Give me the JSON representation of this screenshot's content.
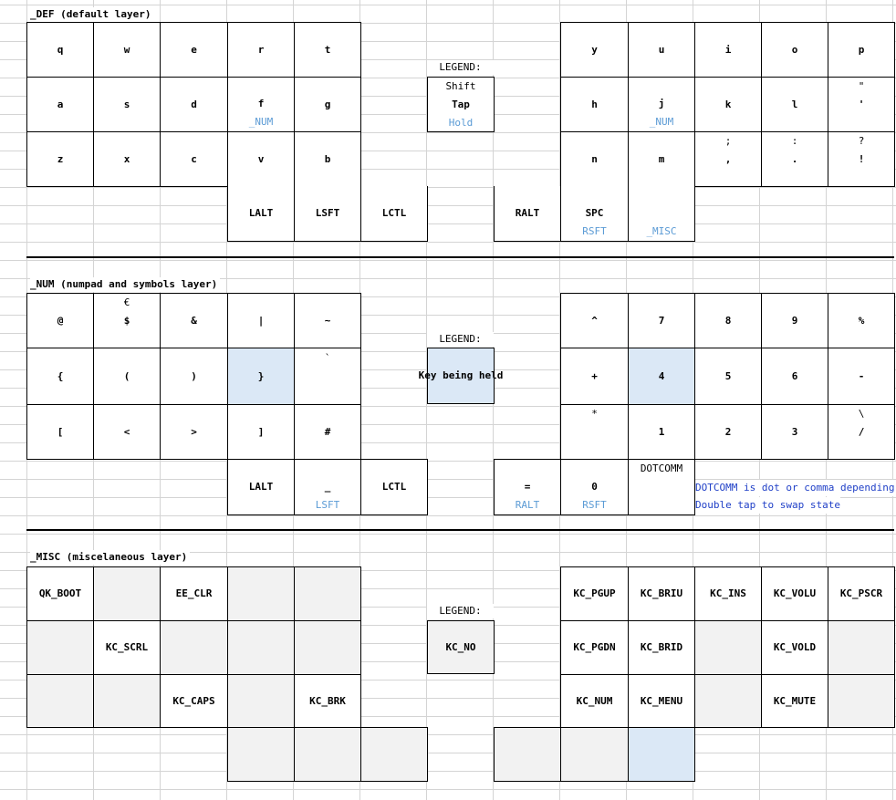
{
  "layers": [
    {
      "title": "_DEF (default layer)",
      "legend_label": "LEGEND:",
      "legend_key": [
        "Shift",
        "Tap",
        "Hold"
      ],
      "rows": [
        [
          [
            "",
            "q",
            ""
          ],
          [
            "",
            "w",
            ""
          ],
          [
            "",
            "e",
            ""
          ],
          [
            "",
            "r",
            ""
          ],
          [
            "",
            "t",
            ""
          ],
          null,
          null,
          null,
          [
            "",
            "y",
            ""
          ],
          [
            "",
            "u",
            ""
          ],
          [
            "",
            "i",
            ""
          ],
          [
            "",
            "o",
            ""
          ],
          [
            "",
            "p",
            ""
          ]
        ],
        [
          [
            "",
            "a",
            ""
          ],
          [
            "",
            "s",
            ""
          ],
          [
            "",
            "d",
            ""
          ],
          [
            "",
            "f",
            "_NUM"
          ],
          [
            "",
            "g",
            ""
          ],
          null,
          null,
          null,
          [
            "",
            "h",
            ""
          ],
          [
            "",
            "j",
            "_NUM"
          ],
          [
            "",
            "k",
            ""
          ],
          [
            "",
            "l",
            ""
          ],
          [
            "\"",
            "'",
            ""
          ]
        ],
        [
          [
            "",
            "z",
            ""
          ],
          [
            "",
            "x",
            ""
          ],
          [
            "",
            "c",
            ""
          ],
          [
            "",
            "v",
            ""
          ],
          [
            "",
            "b",
            ""
          ],
          null,
          null,
          null,
          [
            "",
            "n",
            ""
          ],
          [
            "",
            "m",
            ""
          ],
          [
            ";",
            ",",
            ""
          ],
          [
            ":",
            ".",
            ""
          ],
          [
            "?",
            "!",
            ""
          ]
        ],
        [
          null,
          null,
          null,
          [
            "",
            "LALT",
            ""
          ],
          [
            "",
            "LSFT",
            ""
          ],
          [
            "",
            "LCTL",
            ""
          ],
          null,
          [
            "",
            "RALT",
            ""
          ],
          [
            "",
            "SPC",
            "RSFT"
          ],
          [
            "",
            "",
            "_MISC"
          ],
          null,
          null,
          null
        ]
      ]
    },
    {
      "title": "_NUM (numpad and symbols layer)",
      "legend_label": "LEGEND:",
      "legend_key_text": "Key being held",
      "rows": [
        [
          [
            "",
            "@",
            ""
          ],
          [
            "€",
            "$",
            ""
          ],
          [
            "",
            "&",
            ""
          ],
          [
            "",
            "|",
            ""
          ],
          [
            "",
            "~",
            ""
          ],
          null,
          null,
          null,
          [
            "",
            "^",
            ""
          ],
          [
            "",
            "7",
            ""
          ],
          [
            "",
            "8",
            ""
          ],
          [
            "",
            "9",
            ""
          ],
          [
            "",
            "%",
            ""
          ]
        ],
        [
          [
            "",
            "{",
            ""
          ],
          [
            "",
            "(",
            ""
          ],
          [
            "",
            ")",
            ""
          ],
          [
            "",
            "}",
            ""
          ],
          [
            "`",
            "",
            ""
          ],
          null,
          null,
          null,
          [
            "",
            "+",
            ""
          ],
          [
            "",
            "4",
            ""
          ],
          [
            "",
            "5",
            ""
          ],
          [
            "",
            "6",
            ""
          ],
          [
            "",
            "-",
            ""
          ]
        ],
        [
          [
            "",
            "[",
            ""
          ],
          [
            "",
            "<",
            ""
          ],
          [
            "",
            ">",
            ""
          ],
          [
            "",
            "]",
            ""
          ],
          [
            "",
            "#",
            ""
          ],
          null,
          null,
          null,
          [
            "*",
            "",
            ""
          ],
          [
            "",
            "1",
            ""
          ],
          [
            "",
            "2",
            ""
          ],
          [
            "",
            "3",
            ""
          ],
          [
            "\\",
            "/",
            ""
          ]
        ],
        [
          null,
          null,
          null,
          [
            "",
            "LALT",
            ""
          ],
          [
            "",
            "_",
            "LSFT"
          ],
          [
            "",
            "LCTL",
            ""
          ],
          null,
          [
            "",
            "=",
            "RALT"
          ],
          [
            "",
            "0",
            "RSFT"
          ],
          [
            "DOTCOMM",
            "",
            ""
          ],
          null,
          null,
          null
        ]
      ],
      "notes": [
        "DOTCOMM is dot or comma depending on",
        "Double tap to swap state"
      ]
    },
    {
      "title": "_MISC (miscelaneous layer)",
      "legend_label": "LEGEND:",
      "legend_key_text": "KC_NO",
      "rows": [
        [
          "QK_BOOT",
          "",
          "EE_CLR",
          "",
          "",
          null,
          null,
          null,
          "KC_PGUP",
          "KC_BRIU",
          "KC_INS",
          "KC_VOLU",
          "KC_PSCR"
        ],
        [
          "",
          "KC_SCRL",
          "",
          "",
          "",
          null,
          null,
          null,
          "KC_PGDN",
          "KC_BRID",
          "",
          "KC_VOLD",
          ""
        ],
        [
          "",
          "",
          "KC_CAPS",
          "",
          "KC_BRK",
          null,
          null,
          null,
          "KC_NUM",
          "KC_MENU",
          "",
          "KC_MUTE",
          ""
        ],
        [
          null,
          null,
          null,
          "",
          "",
          "",
          null,
          "",
          "",
          "",
          null,
          null,
          null
        ]
      ]
    }
  ],
  "colors": {
    "grid_line": "#d4d4d4",
    "key_border": "#000000",
    "held_highlight": "#dbe8f6",
    "no_key_fill": "#f2f2f2",
    "hold_text": "#5b9bd5",
    "note_text": "#1f3fc7"
  }
}
